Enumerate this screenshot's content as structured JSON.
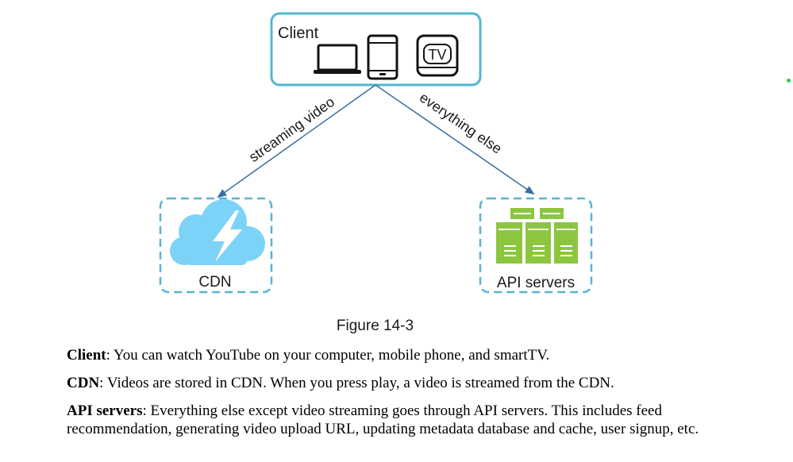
{
  "diagram": {
    "client_label": "Client",
    "tv_label": "TV",
    "cdn_label": "CDN",
    "api_label": "API servers",
    "edge_left_label": "streaming video",
    "edge_right_label": "everything else",
    "colors": {
      "client_border": "#52b7cf",
      "dashed_border": "#58b3d6",
      "arrow": "#3a6ea5",
      "cloud": "#7dd3f7",
      "server": "#8cc63f"
    }
  },
  "figure_caption": "Figure 14-3",
  "paragraphs": [
    {
      "term": "Client",
      "text": ": You can watch YouTube on your computer, mobile phone, and smartTV."
    },
    {
      "term": "CDN",
      "text": ": Videos are stored in CDN. When you press play, a video is streamed from the CDN."
    },
    {
      "term": "API servers",
      "text": ": Everything else except video streaming goes through API servers. This includes feed recommendation, generating video upload URL, updating metadata database and cache, user signup, etc."
    }
  ]
}
